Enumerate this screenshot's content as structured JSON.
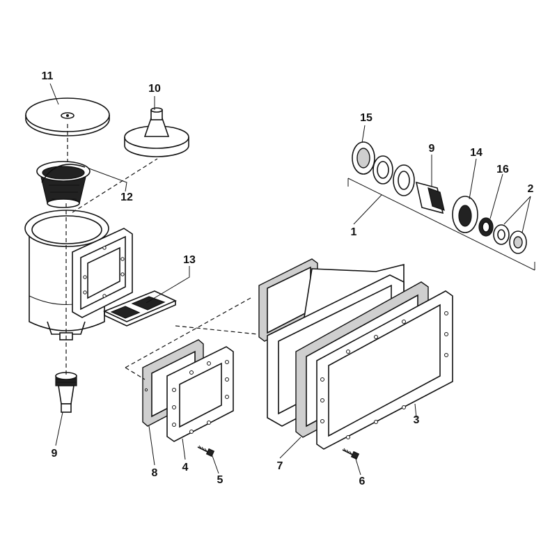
{
  "diagram": {
    "callouts": [
      {
        "id": "11",
        "label": "11"
      },
      {
        "id": "10",
        "label": "10"
      },
      {
        "id": "12",
        "label": "12"
      },
      {
        "id": "13",
        "label": "13"
      },
      {
        "id": "9a",
        "label": "9"
      },
      {
        "id": "8",
        "label": "8"
      },
      {
        "id": "4",
        "label": "4"
      },
      {
        "id": "5",
        "label": "5"
      },
      {
        "id": "7",
        "label": "7"
      },
      {
        "id": "6",
        "label": "6"
      },
      {
        "id": "3",
        "label": "3"
      },
      {
        "id": "15",
        "label": "15"
      },
      {
        "id": "9b",
        "label": "9"
      },
      {
        "id": "14",
        "label": "14"
      },
      {
        "id": "16",
        "label": "16"
      },
      {
        "id": "2",
        "label": "2"
      },
      {
        "id": "1",
        "label": "1"
      }
    ],
    "colors": {
      "line": "#111111",
      "fill": "#ffffff",
      "shade": "#cfcfcf",
      "dark": "#222222"
    }
  }
}
